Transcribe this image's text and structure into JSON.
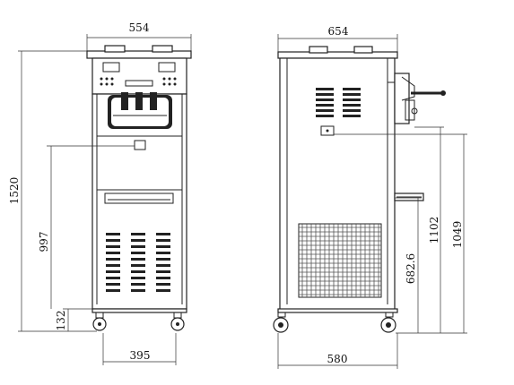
{
  "front_view": {
    "width_top": "554",
    "height_total": "1520",
    "height_lower": "997",
    "height_caster": "132",
    "width_base": "395"
  },
  "side_view": {
    "width_top": "654",
    "height_1102": "1102",
    "height_1049": "1049",
    "height_682": "682.6",
    "width_base": "580"
  },
  "colors": {
    "line": "#222222",
    "background": "#ffffff"
  }
}
